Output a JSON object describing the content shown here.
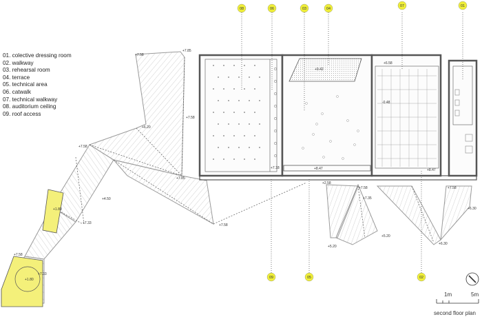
{
  "legend": [
    "01. colective dressing room",
    "02. walkway",
    "03. rehearsal room",
    "04. terrace",
    "05. technical area",
    "06. catwalk",
    "07. technical walkway",
    "08. auditorium ceiling",
    "09. roof access"
  ],
  "tags": {
    "t08": "08",
    "t06": "06",
    "t03": "03",
    "t04": "04",
    "t07": "07",
    "t01": "01",
    "t09": "09",
    "t05": "05",
    "t02": "02"
  },
  "levels": {
    "l1": "+7.58",
    "l2": "+7.85",
    "l3": "+6.20",
    "l4": "+7.58",
    "l5": "+7.58",
    "l6": "+9.42",
    "l7": "+6.58",
    "l8": "-0.48",
    "l9": "+7.18",
    "l10": "+8.47",
    "l11": "+8.47",
    "l12": "+7.85",
    "l13": "+4.50",
    "l14": "+7.33",
    "l15": "+1.80",
    "l16": "+7.58",
    "l17": "+2.58",
    "l18": "+7.58",
    "l19": "+7.35",
    "l20": "+5.20",
    "l21": "+5.20",
    "l22": "+7.58",
    "l23": "+6.30",
    "l24": "+6.30",
    "l25": "+7.58",
    "l26": "+1.80",
    "l27": "+7.33"
  },
  "scale": {
    "a": "1m",
    "b": "5m"
  },
  "caption": "second floor plan",
  "colors": {
    "highlight": "#f4f07a",
    "tag_fill": "#f0ef38",
    "line": "#9a9a9a"
  }
}
